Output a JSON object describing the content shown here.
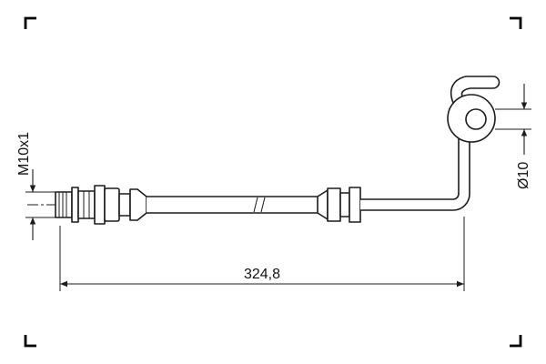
{
  "drawing": {
    "labels": {
      "thread": "M10x1",
      "bore": "Ø10",
      "length": "324,8"
    }
  }
}
